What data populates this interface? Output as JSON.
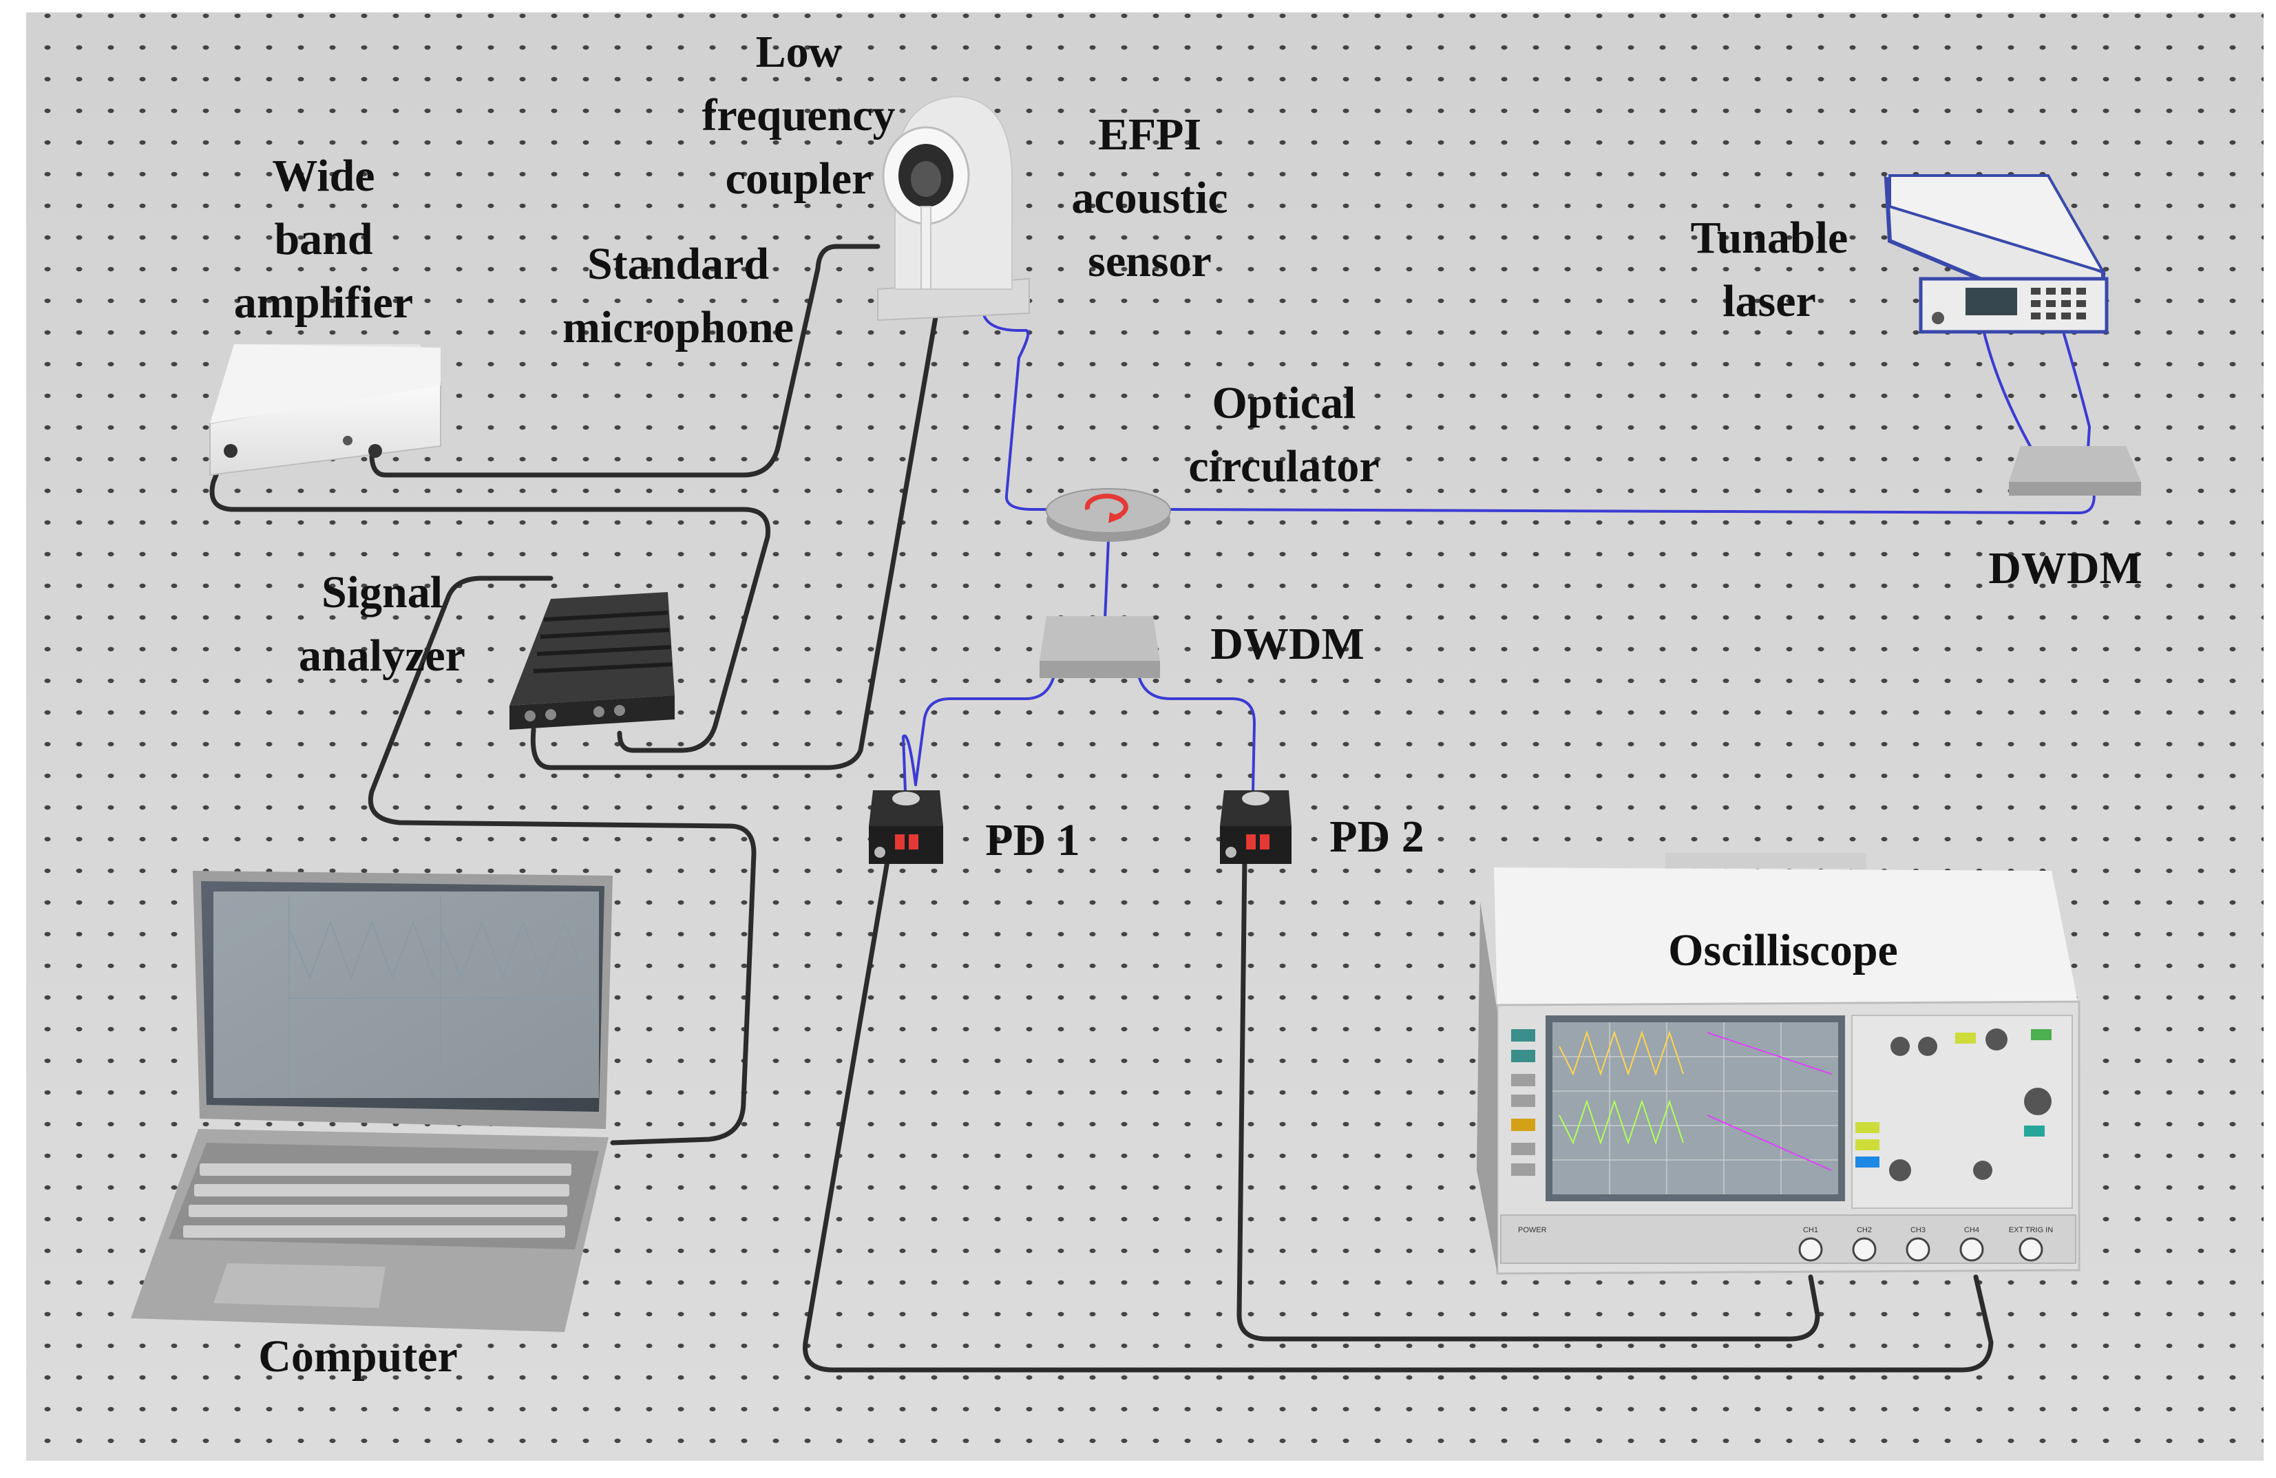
{
  "labels": {
    "low_freq_coupler": [
      "Low",
      "frequency",
      "coupler"
    ],
    "efpi_sensor": [
      "EFPI",
      "acoustic",
      "sensor"
    ],
    "wide_band_amplifier": [
      "Wide",
      "band",
      "amplifier"
    ],
    "standard_microphone": [
      "Standard",
      "microphone"
    ],
    "tunable_laser": [
      "Tunable",
      "laser"
    ],
    "optical_circulator": [
      "Optical",
      "circulator"
    ],
    "dwdm_right": "DWDM",
    "signal_analyzer": [
      "Signal",
      "analyzer"
    ],
    "dwdm_center": "DWDM",
    "pd1": "PD 1",
    "pd2": "PD 2",
    "oscilloscope": "Oscilliscope",
    "computer": "Computer"
  },
  "oscilloscope_panel": {
    "channels": [
      "CH1",
      "CH2",
      "CH3",
      "CH4"
    ],
    "ext_trig": "EXT TRIG IN",
    "power": "POWER"
  },
  "colors": {
    "table": "#d7d7d7",
    "hole": "#222222",
    "fiber": "#3a3ad6",
    "cable": "#2a2a2a",
    "device_white": "#f1f1f1",
    "device_dark": "#2b2b2b",
    "laser_blue": "#3949ab",
    "circulator_red": "#e53935"
  }
}
